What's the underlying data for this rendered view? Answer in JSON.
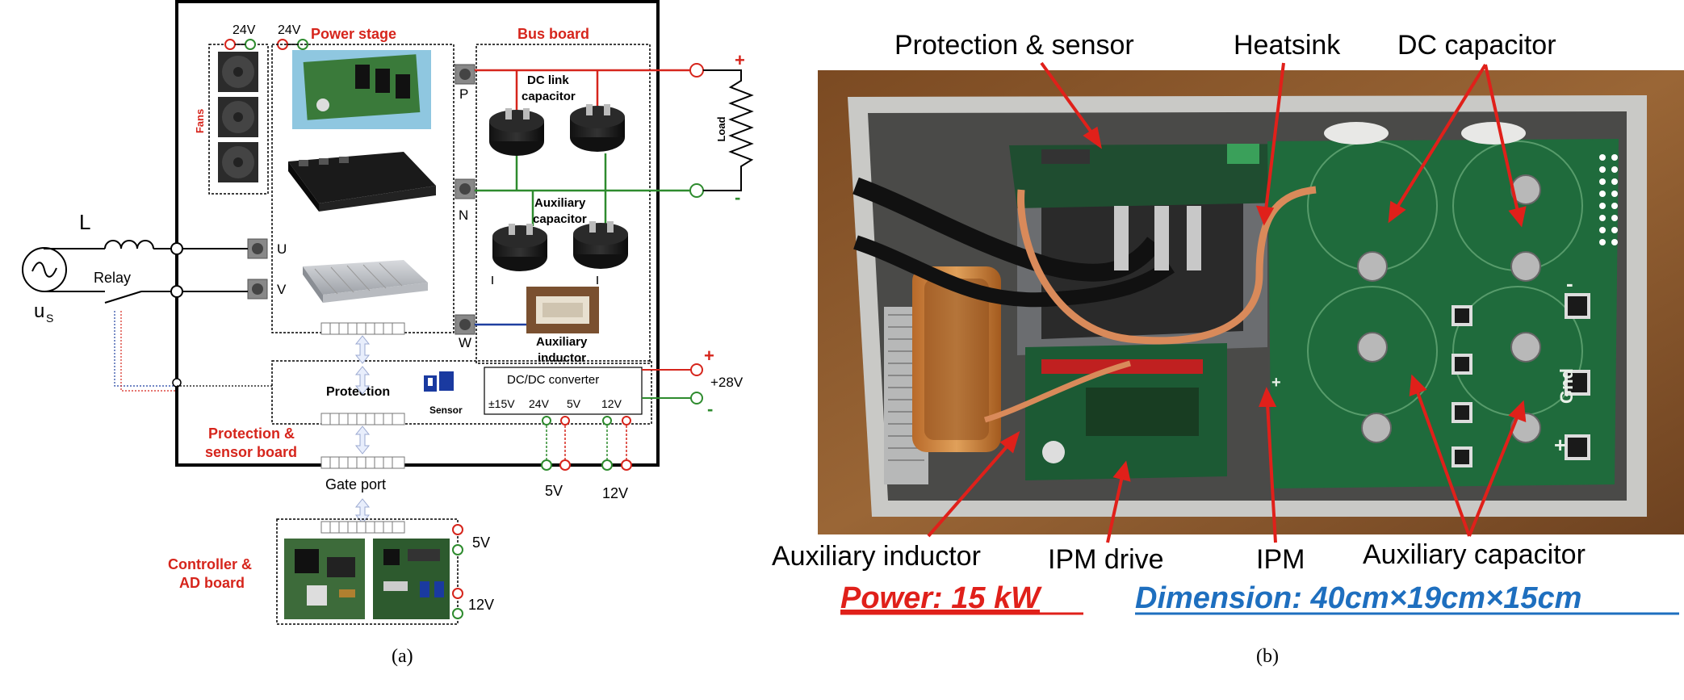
{
  "panel_a": {
    "caption": "(a)",
    "labels": {
      "v24_1": "24V",
      "v24_2": "24V",
      "power_stage": "Power stage",
      "bus_board": "Bus board",
      "fans": "Fans",
      "dc_link_1": "DC link",
      "dc_link_2": "capacitor",
      "aux_cap_1": "Auxiliary",
      "aux_cap_2": "capacitor",
      "aux_ind_1": "Auxiliary",
      "aux_ind_2": "inductor",
      "load": "Load",
      "plus_top": "+",
      "minus_top": "-",
      "plus_bot": "+",
      "minus_bot": "-",
      "v28": "+28V",
      "P": "P",
      "N": "N",
      "W": "W",
      "U": "U",
      "V": "V",
      "L": "L",
      "relay": "Relay",
      "us_main": "u",
      "us_sub": "S",
      "protection": "Protection",
      "sensor": "Sensor",
      "dcdc": "DC/DC converter",
      "out_15": "±15V",
      "out_24": "24V",
      "out_5": "5V",
      "out_12": "12V",
      "prot_board_1": "Protection &",
      "prot_board_2": "sensor board",
      "gate_port": "Gate port",
      "ext_5v": "5V",
      "ext_12v": "12V",
      "ctrl_1": "Controller &",
      "ctrl_2": "AD board",
      "ctrl_5v": "5V",
      "ctrl_12v": "12V"
    }
  },
  "panel_b": {
    "caption": "(b)",
    "callouts": {
      "protection_sensor": "Protection & sensor",
      "heatsink": "Heatsink",
      "dc_capacitor": "DC capacitor",
      "auxiliary_inductor": "Auxiliary inductor",
      "ipm_drive": "IPM drive",
      "ipm": "IPM",
      "auxiliary_capacitor": "Auxiliary capacitor"
    },
    "power": "Power: 15 kW",
    "dimension": "Dimension:  40cm×19cm×15cm",
    "board_marks": {
      "gnd": "Gnd",
      "minus": "-",
      "plus": "+",
      "plus2": "+"
    }
  },
  "colors": {
    "red": "#d6251c",
    "green": "#2e8b2e",
    "blue_link": "#1e6fbf",
    "pcb_green": "#1f6b3c",
    "wood": "#8a5a2e"
  }
}
